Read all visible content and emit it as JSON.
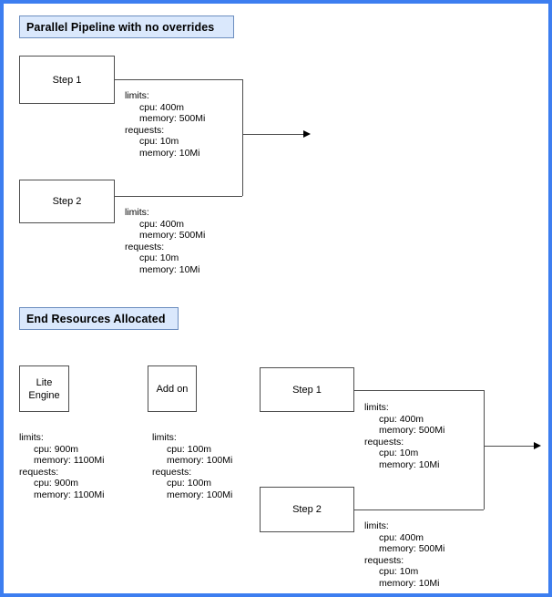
{
  "page": {
    "border_color": "#3d7ef0",
    "background": "#ffffff"
  },
  "theme": {
    "title_fill": "#dae8fc",
    "title_stroke": "#6c8ebf",
    "node_stroke": "#4d4d4d",
    "connector_stroke": "#4d4d4d",
    "text_color": "#000000"
  },
  "sections": [
    {
      "id": "parallel-pipeline",
      "title": "Parallel Pipeline with no overrides",
      "nodes": [
        {
          "id": "top-step-1",
          "label": "Step 1"
        },
        {
          "id": "top-step-2",
          "label": "Step 2"
        }
      ],
      "specs": [
        {
          "id": "top-step-1-spec",
          "limits_key": "limits:",
          "limits_cpu": "cpu: 400m",
          "limits_memory": "memory: 500Mi",
          "requests_key": "requests:",
          "requests_cpu": "cpu: 10m",
          "requests_memory": "memory: 10Mi"
        },
        {
          "id": "top-step-2-spec",
          "limits_key": "limits:",
          "limits_cpu": "cpu: 400m",
          "limits_memory": "memory: 500Mi",
          "requests_key": "requests:",
          "requests_cpu": "cpu: 10m",
          "requests_memory": "memory: 10Mi"
        }
      ]
    },
    {
      "id": "end-resources",
      "title": "End Resources Allocated",
      "nodes": [
        {
          "id": "lite-engine",
          "label": "Lite\nEngine"
        },
        {
          "id": "add-on",
          "label": "Add on"
        },
        {
          "id": "bottom-step-1",
          "label": "Step 1"
        },
        {
          "id": "bottom-step-2",
          "label": "Step 2"
        }
      ],
      "specs": [
        {
          "id": "lite-engine-spec",
          "limits_key": "limits:",
          "limits_cpu": "cpu: 900m",
          "limits_memory": "memory: 1100Mi",
          "requests_key": "requests:",
          "requests_cpu": "cpu: 900m",
          "requests_memory": "memory: 1100Mi"
        },
        {
          "id": "add-on-spec",
          "limits_key": "limits:",
          "limits_cpu": "cpu: 100m",
          "limits_memory": "memory: 100Mi",
          "requests_key": "requests:",
          "requests_cpu": "cpu: 100m",
          "requests_memory": "memory: 100Mi"
        },
        {
          "id": "bottom-step-1-spec",
          "limits_key": "limits:",
          "limits_cpu": "cpu: 400m",
          "limits_memory": "memory: 500Mi",
          "requests_key": "requests:",
          "requests_cpu": "cpu: 10m",
          "requests_memory": "memory: 10Mi"
        },
        {
          "id": "bottom-step-2-spec",
          "limits_key": "limits:",
          "limits_cpu": "cpu: 400m",
          "limits_memory": "memory: 500Mi",
          "requests_key": "requests:",
          "requests_cpu": "cpu: 10m",
          "requests_memory": "memory: 10Mi"
        }
      ]
    }
  ]
}
